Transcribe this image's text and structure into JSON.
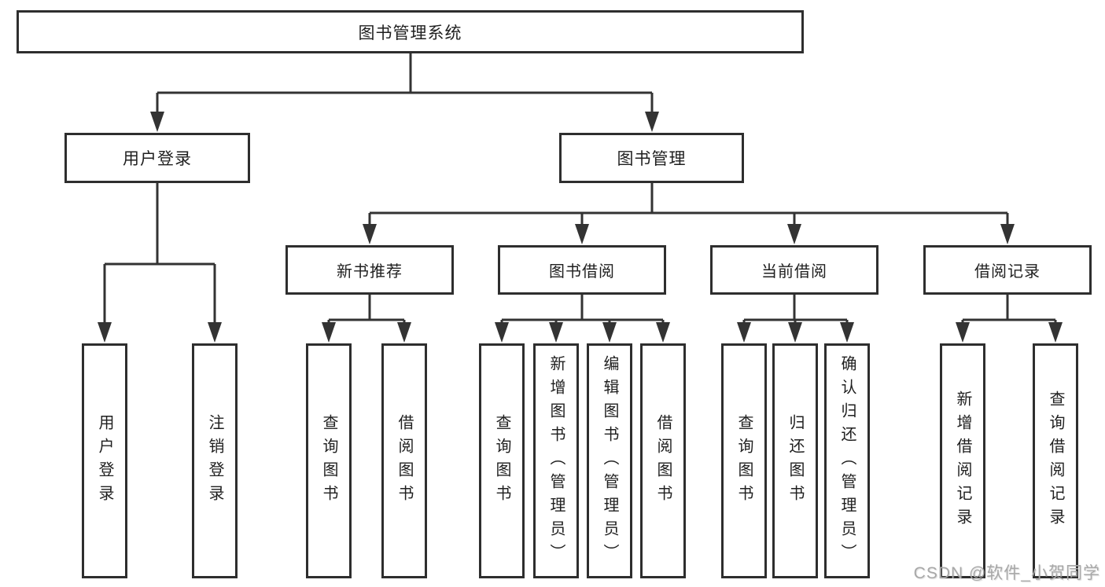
{
  "tree": {
    "label": "图书管理系统",
    "children": [
      {
        "label": "用户登录",
        "children": [
          {
            "label": "用户登录"
          },
          {
            "label": "注销登录"
          }
        ]
      },
      {
        "label": "图书管理",
        "children": [
          {
            "label": "新书推荐",
            "children": [
              {
                "label": "查询图书"
              },
              {
                "label": "借阅图书"
              }
            ]
          },
          {
            "label": "图书借阅",
            "children": [
              {
                "label": "查询图书"
              },
              {
                "label": "新增图书（管理员）"
              },
              {
                "label": "编辑图书（管理员）"
              },
              {
                "label": "借阅图书"
              }
            ]
          },
          {
            "label": "当前借阅",
            "children": [
              {
                "label": "查询图书"
              },
              {
                "label": "归还图书"
              },
              {
                "label": "确认归还（管理员）"
              }
            ]
          },
          {
            "label": "借阅记录",
            "children": [
              {
                "label": "新增借阅记录"
              },
              {
                "label": "查询借阅记录"
              }
            ]
          }
        ]
      }
    ]
  },
  "watermark": {
    "text": "CSDN @软件_小贺同学"
  },
  "colors": {
    "line": "#333333",
    "box_border": "#2e2e2e",
    "box_fill": "#ffffff",
    "text": "#1f1f1f",
    "watermark": "#a8a8a8",
    "background": "#ffffff"
  }
}
